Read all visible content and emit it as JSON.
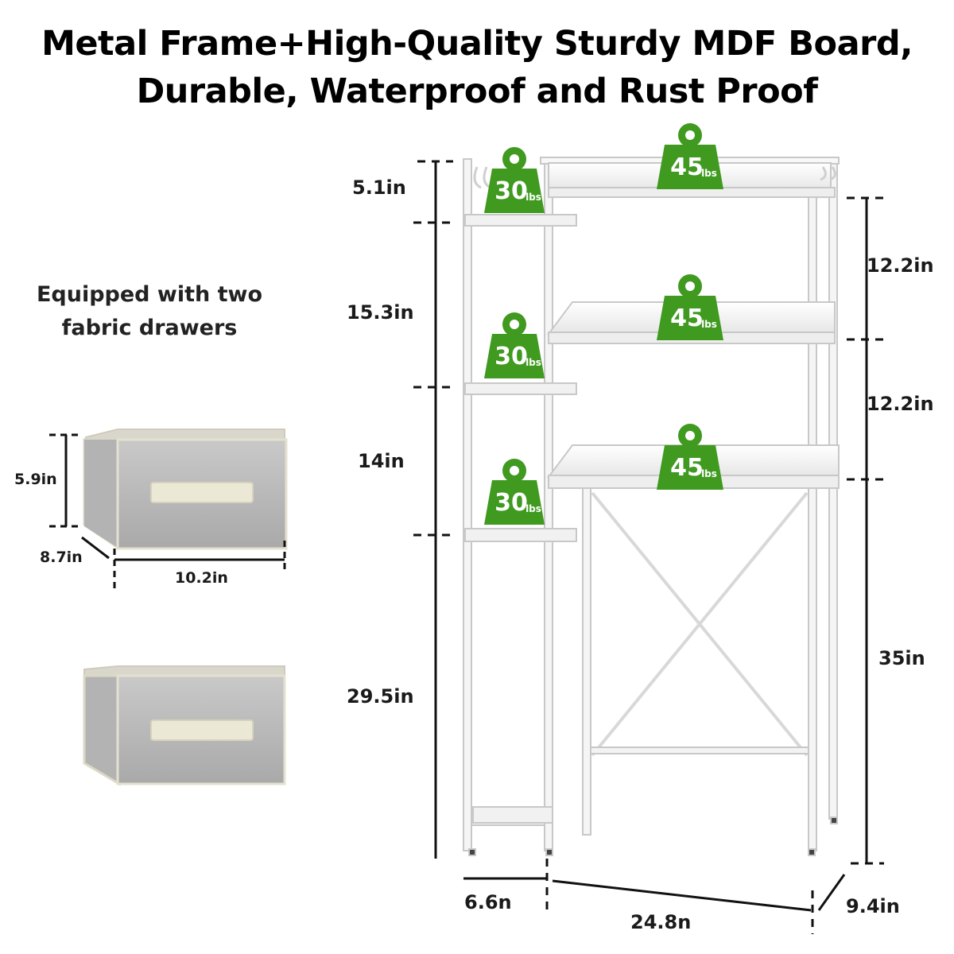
{
  "headline": {
    "line1": "Metal Frame+High-Quality Sturdy MDF Board,",
    "line2": "Durable, Waterproof and Rust Proof"
  },
  "drawer_caption": {
    "line1": "Equipped with two",
    "line2": "fabric drawers"
  },
  "drawer_dimensions": {
    "height": "5.9in",
    "depth": "8.7in",
    "width": "10.2in"
  },
  "rack_dimensions_left": {
    "top": "5.1in",
    "upper_side": "15.3in",
    "middle_side": "14in",
    "lower_side": "29.5in"
  },
  "rack_dimensions_right": {
    "shelf_gap_1": "12.2in",
    "shelf_gap_2": "12.2in",
    "clearance": "35in"
  },
  "rack_dimensions_bottom": {
    "side_width": "6.6n",
    "main_width": "24.8n",
    "depth": "9.4in"
  },
  "weight_tags": {
    "side_shelves": [
      {
        "value": "30",
        "unit": "lbs"
      },
      {
        "value": "30",
        "unit": "lbs"
      },
      {
        "value": "30",
        "unit": "lbs"
      }
    ],
    "main_shelves": [
      {
        "value": "45",
        "unit": "lbs"
      },
      {
        "value": "45",
        "unit": "lbs"
      },
      {
        "value": "45",
        "unit": "lbs"
      }
    ],
    "color": "#3f9a1f"
  },
  "colors": {
    "frame": "#f4f4f4",
    "frame_edge": "#c9c9c9",
    "drawer_fabric": "#bdbdbd",
    "drawer_trim": "#e9e6d8",
    "dimension_line": "#111111"
  }
}
